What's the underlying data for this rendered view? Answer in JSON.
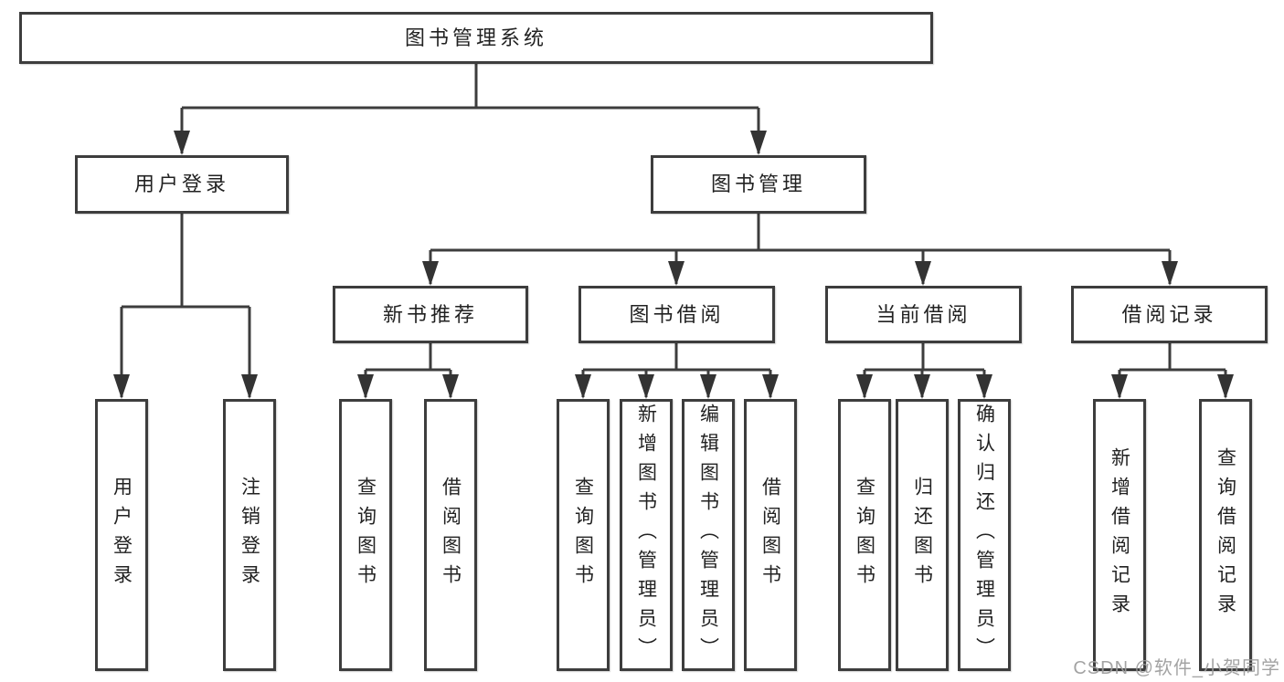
{
  "colors": {
    "line": "#3d3d3d",
    "box_border": "#3d3d3d",
    "text": "#222222",
    "watermark": "#9c9c9c",
    "background": "#ffffff"
  },
  "watermark": {
    "text": "CSDN @软件_小贺同学"
  },
  "tree": {
    "label": "图书管理系统",
    "children": [
      {
        "label": "用户登录",
        "children": [
          {
            "label": "用户登录"
          },
          {
            "label": "注销登录"
          }
        ]
      },
      {
        "label": "图书管理",
        "children": [
          {
            "label": "新书推荐",
            "children": [
              {
                "label": "查询图书"
              },
              {
                "label": "借阅图书"
              }
            ]
          },
          {
            "label": "图书借阅",
            "children": [
              {
                "label": "查询图书"
              },
              {
                "label": "新增图书（管理员）"
              },
              {
                "label": "编辑图书（管理员）"
              },
              {
                "label": "借阅图书"
              }
            ]
          },
          {
            "label": "当前借阅",
            "children": [
              {
                "label": "查询图书"
              },
              {
                "label": "归还图书"
              },
              {
                "label": "确认归还（管理员）"
              }
            ]
          },
          {
            "label": "借阅记录",
            "children": [
              {
                "label": "新增借阅记录"
              },
              {
                "label": "查询借阅记录"
              }
            ]
          }
        ]
      }
    ]
  }
}
